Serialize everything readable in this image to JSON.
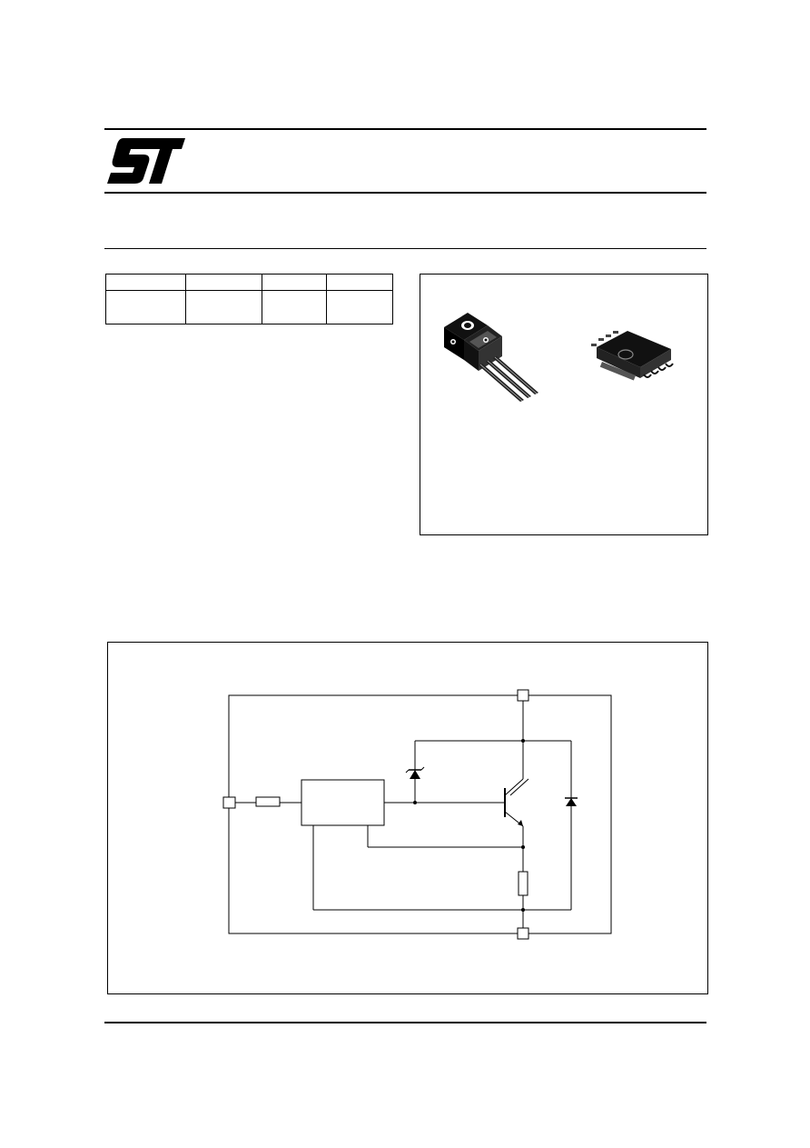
{
  "header": {
    "logo_name": "st-logo-icon",
    "brand_color": "#000000"
  },
  "spec_table": {
    "columns": [
      "",
      "",
      "",
      ""
    ],
    "rows": [
      [
        "",
        "",
        "",
        ""
      ]
    ]
  },
  "packages": {
    "items": [
      {
        "name": "to220-package-icon"
      },
      {
        "name": "smd-package-icon"
      }
    ]
  },
  "schematic": {
    "components": [
      "input-terminal",
      "input-resistor",
      "control-block",
      "zener-diode",
      "darlington-transistor",
      "freewheel-diode",
      "emitter-resistor",
      "collector-terminal",
      "emitter-terminal"
    ]
  }
}
